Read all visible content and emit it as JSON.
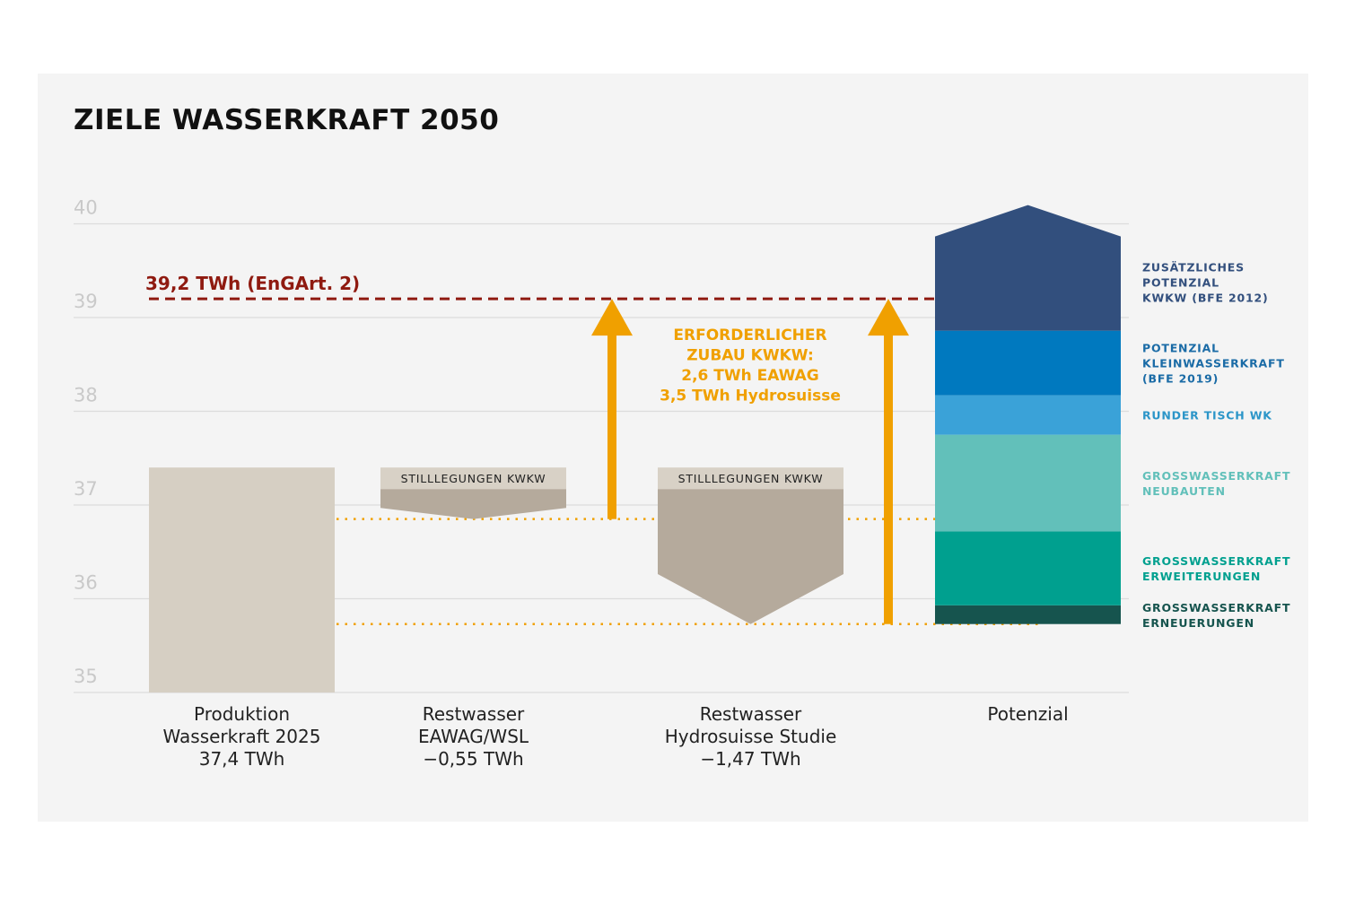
{
  "chart_data": {
    "type": "bar",
    "title": "ZIELE WASSERKRAFT 2050",
    "ylim": [
      35,
      40
    ],
    "yticks": [
      35,
      36,
      37,
      38,
      39,
      40
    ],
    "grid": true,
    "categories": [
      [
        "Produktion",
        "Wasserkraft 2025",
        "37,4 TWh"
      ],
      [
        "Restwasser",
        "EAWAG/WSL",
        "−0,55 TWh"
      ],
      [
        "Restwasser",
        "Hydrosuisse Studie",
        "−1,47 TWh"
      ],
      [
        "Potenzial"
      ]
    ],
    "production": {
      "value": 37.4,
      "color": "#d6cfc3"
    },
    "target": {
      "value": 39.2,
      "label": "39,2 TWh (EnGArt. 2)",
      "color": "#8f1a10"
    },
    "stilllegungen_label": "STILLLEGUNGEN KWKW",
    "stilllegungen": {
      "from": 37.4,
      "to": 37.17
    },
    "reductions": [
      {
        "category_index": 1,
        "from": 37.17,
        "to": 36.85
      },
      {
        "category_index": 2,
        "from": 37.17,
        "to": 35.73
      }
    ],
    "reference_levels": [
      36.85,
      35.73
    ],
    "required_addition": {
      "lines": [
        "ERFORDERLICHER",
        "ZUBAU KWKW:",
        "2,6 TWh EAWAG",
        "3,5 TWh Hydrosuisse"
      ],
      "arrows": [
        {
          "category_index": 1,
          "from": 36.85,
          "to": 39.2
        },
        {
          "category_index": 2,
          "from": 35.73,
          "to": 39.2
        }
      ],
      "color": "#f0a000"
    },
    "potential_stack": [
      {
        "label": [
          "GROSSWASSERKRAFT",
          "ERNEUERUNGEN"
        ],
        "from": 35.73,
        "to": 35.93,
        "color": "#16544e",
        "label_color": "#16544e"
      },
      {
        "label": [
          "GROSSWASSERKRAFT",
          "ERWEITERUNGEN"
        ],
        "from": 35.93,
        "to": 36.72,
        "color": "#00a08f",
        "label_color": "#00a08f"
      },
      {
        "label": [
          "GROSSWASSERKRAFT",
          "NEUBAUTEN"
        ],
        "from": 36.72,
        "to": 37.75,
        "color": "#62c0ba",
        "label_color": "#62c0ba"
      },
      {
        "label": [
          "RUNDER TISCH WK"
        ],
        "from": 37.75,
        "to": 38.17,
        "color": "#3aa2d8",
        "label_color": "#2b95c8"
      },
      {
        "label": [
          "POTENZIAL",
          "KLEINWASSERKRAFT",
          "(BFE 2019)"
        ],
        "from": 38.17,
        "to": 38.86,
        "color": "#0079bf",
        "label_color": "#1a6ba6"
      },
      {
        "label": [
          "ZUSÄTZLICHES",
          "POTENZIAL",
          "KWKW (BFE 2012)"
        ],
        "from": 38.86,
        "to": 40.2,
        "color": "#324f7d",
        "label_color": "#324f7d"
      }
    ],
    "stilllegungen_color": "#d8d1c6",
    "reduction_color": "#b5aa9c"
  }
}
